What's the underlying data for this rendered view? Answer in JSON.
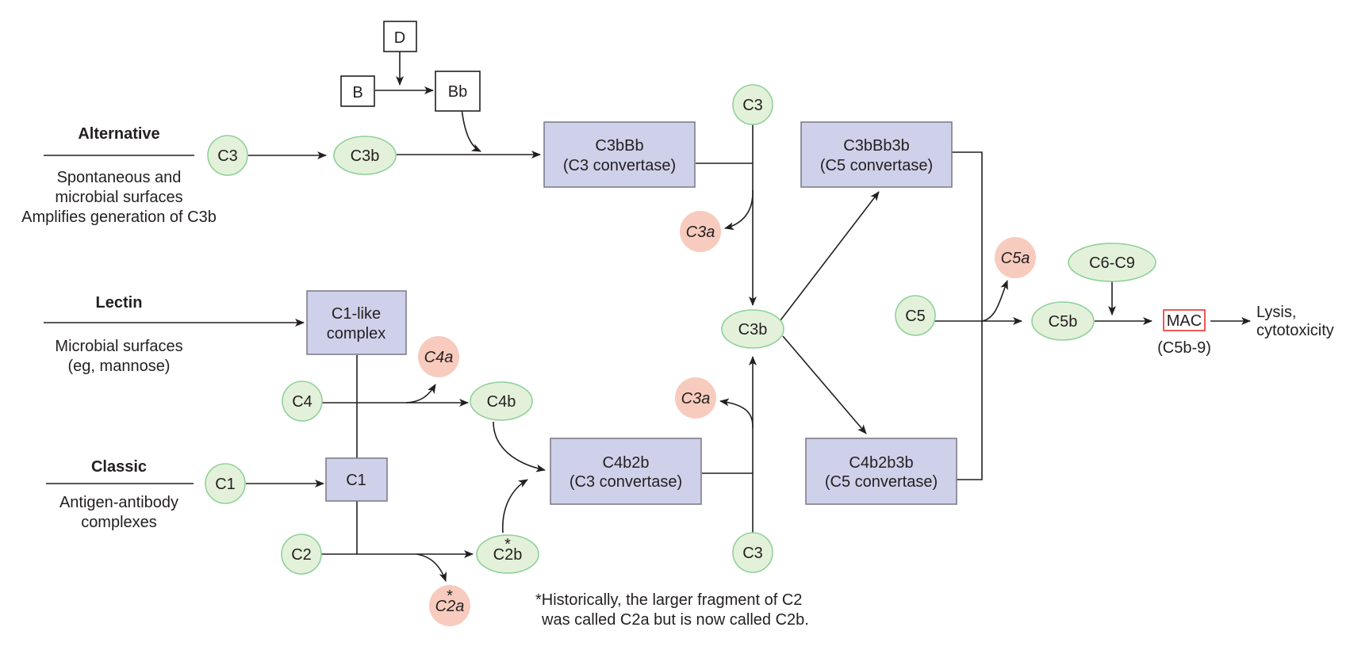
{
  "pathways": {
    "alternative": {
      "title": "Alternative",
      "lines": [
        "Spontaneous and",
        "microbial surfaces",
        "Amplifies generation of C3b"
      ]
    },
    "lectin": {
      "title": "Lectin",
      "lines": [
        "Microbial surfaces",
        "(eg, mannose)"
      ]
    },
    "classic": {
      "title": "Classic",
      "lines": [
        "Antigen-antibody",
        "complexes"
      ]
    }
  },
  "factors": {
    "d": "D",
    "b": "B",
    "bb": "Bb"
  },
  "components": {
    "c3": "C3",
    "c3b": "C3b",
    "c3a": "C3a",
    "c1": "C1",
    "c2": "C2",
    "c2b": "C2b",
    "c2a": "C2a",
    "c4": "C4",
    "c4b": "C4b",
    "c4a": "C4a",
    "c5": "C5",
    "c5a": "C5a",
    "c5b": "C5b",
    "c6c9": "C6-C9",
    "asterisk": "*"
  },
  "complexes": {
    "c3bbb": [
      "C3bBb",
      "(C3 convertase)"
    ],
    "c3bbb3b": [
      "C3bBb3b",
      "(C5 convertase)"
    ],
    "c4b2b": [
      "C4b2b",
      "(C3 convertase)"
    ],
    "c4b2b3b": [
      "C4b2b3b",
      "(C5 convertase)"
    ],
    "c1like": [
      "C1-like",
      "complex"
    ]
  },
  "mac": {
    "label": "MAC",
    "sub": "(C5b-9)"
  },
  "outcome": [
    "Lysis,",
    "cytotoxicity"
  ],
  "footnote": [
    "*Historically, the larger fragment of C2",
    "was called C2a but is now called C2b."
  ],
  "colors": {
    "component_fill": "#e4f1da",
    "component_stroke": "#8fd19a",
    "fragment_fill": "#f7cbbd",
    "complex_fill": "#cfd0e9",
    "complex_stroke": "#7d7f8c",
    "mac_stroke": "#e8322e"
  }
}
